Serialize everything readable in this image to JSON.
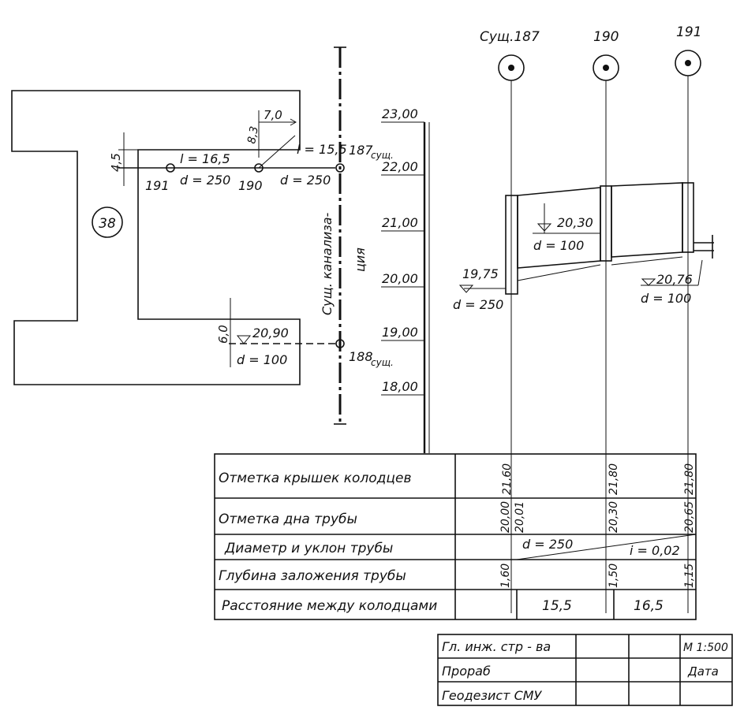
{
  "plan": {
    "building_number": "38",
    "pipe_upper": {
      "seg1_length": "l = 16,5",
      "seg1_diameter": "d = 250",
      "seg2_length": "l = 15,5",
      "seg2_diameter": "d = 250",
      "offset_7": "7,0",
      "offset_83": "8,3",
      "offset_45": "4,5"
    },
    "wells": {
      "w191": "191",
      "w190": "190",
      "w187_num": "187",
      "w187_sub": "сущ.",
      "w188_num": "188",
      "w188_sub": "сущ."
    },
    "pipe_lower": {
      "offset": "6,0",
      "elevation": "20,90",
      "diameter": "d = 100"
    },
    "sewer_label_line1": "Сущ. канализа-",
    "sewer_label_line2": "ция"
  },
  "profile": {
    "well_headers": [
      "Сущ.187",
      "190",
      "191"
    ],
    "elevation_scale": [
      "23,00",
      "22,00",
      "21,00",
      "20,00",
      "19,00",
      "18,00"
    ],
    "notes": {
      "elev_1975": "19,75",
      "d250": "d = 250",
      "elev_2030": "20,30",
      "d100_a": "d = 100",
      "elev_2076": "20,76",
      "d100_b": "d = 100"
    }
  },
  "table": {
    "rows": [
      "Отметка крышек колодцев",
      "Отметка дна трубы",
      "Диаметр и уклон трубы",
      "Глубина заложения трубы",
      "Расстояние между колодцами"
    ],
    "cover": [
      "21,60",
      "21,80",
      "21,80"
    ],
    "bottom": [
      "20,00",
      "20,01",
      "20,30",
      "20,65"
    ],
    "diameter": "d = 250",
    "slope": "i = 0,02",
    "depth": [
      "1,60",
      "1,50",
      "1,15"
    ],
    "distance": [
      "15,5",
      "16,5"
    ]
  },
  "stamp": {
    "rows": [
      "Гл. инж. стр - ва",
      "Прораб",
      "Геодезист СМУ"
    ],
    "scale": "М 1:500",
    "date": "Дата"
  }
}
